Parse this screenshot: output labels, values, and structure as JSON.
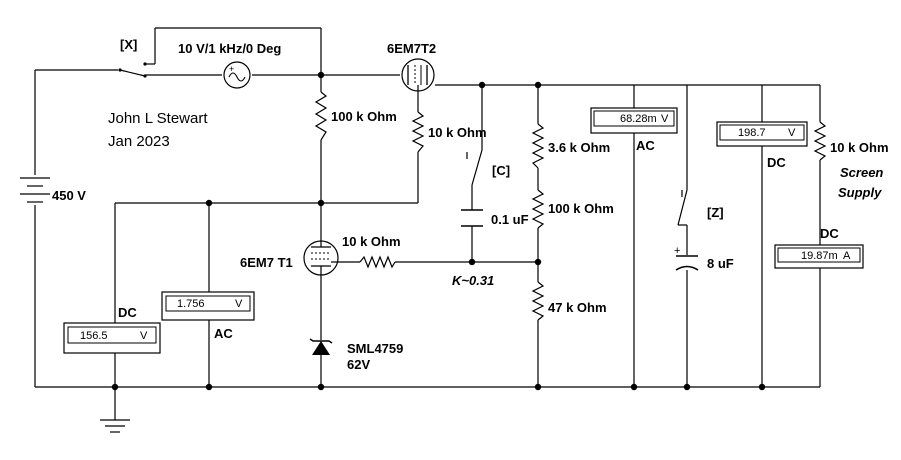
{
  "author": "John L Stewart",
  "date": "Jan 2023",
  "switches": {
    "x": "[X]",
    "c": "[C]",
    "z": "[Z]"
  },
  "source": {
    "ac_label": "10 V/1 kHz/0 Deg",
    "dc_label": "450 V"
  },
  "tubes": {
    "t1": "6EM7 T1",
    "t2": "6EM7T2"
  },
  "resistors": {
    "r_plate": "100 k Ohm",
    "r_t2_grid": "10 k Ohm",
    "r_t1_grid": "10 k Ohm",
    "r_div_top": "3.6 k Ohm",
    "r_div_mid": "100 k Ohm",
    "r_div_bot": "47 k Ohm",
    "r_screen": "10 k Ohm"
  },
  "capacitors": {
    "c1": "0.1 uF",
    "c2": "8 uF"
  },
  "zener": {
    "part": "SML4759",
    "voltage": "62V"
  },
  "feedback": "K~0.31",
  "screen_supply": {
    "line1": "Screen",
    "line2": "Supply"
  },
  "meters": [
    {
      "value": "156.5",
      "unit": "V",
      "mode": "DC"
    },
    {
      "value": "1.756",
      "unit": "V",
      "mode": "AC"
    },
    {
      "value": "68.28m",
      "unit": "V",
      "mode": "AC"
    },
    {
      "value": "198.7",
      "unit": "V",
      "mode": "DC"
    },
    {
      "value": "19.87m",
      "unit": "A",
      "mode": "DC"
    }
  ]
}
